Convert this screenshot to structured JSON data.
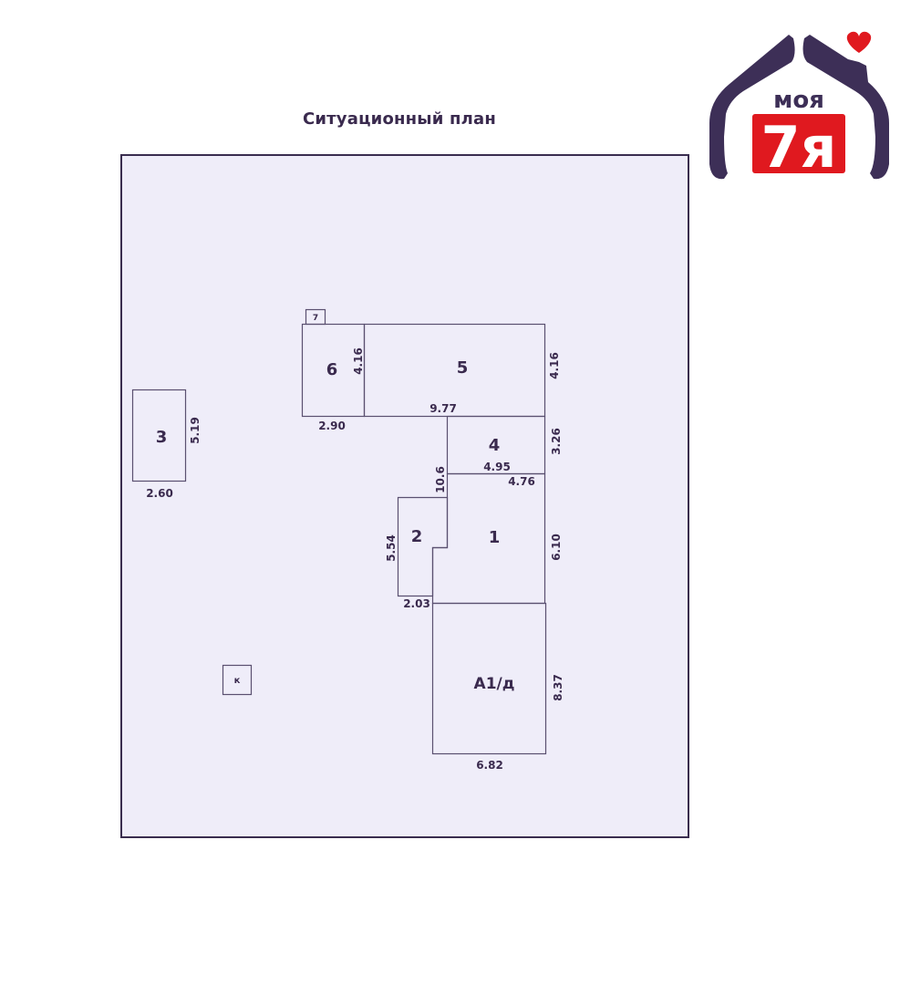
{
  "header": {
    "title": "Ситуационный план"
  },
  "logo": {
    "top_text": "моя",
    "bottom_text": "7я",
    "icon": "house-hands-heart-logo",
    "colors": {
      "dark": "#3d2f57",
      "red": "#e0191f"
    }
  },
  "plan": {
    "background": "#efedf9",
    "border_color": "#3a2d4f",
    "line_color": "#5a5070",
    "buildings": [
      {
        "id": "7",
        "label": "7"
      },
      {
        "id": "6",
        "label": "6"
      },
      {
        "id": "5",
        "label": "5"
      },
      {
        "id": "4",
        "label": "4"
      },
      {
        "id": "3",
        "label": "3"
      },
      {
        "id": "2",
        "label": "2"
      },
      {
        "id": "1",
        "label": "1"
      },
      {
        "id": "A1d",
        "label": "А1/д"
      },
      {
        "id": "k",
        "label": "к"
      }
    ],
    "dimensions": {
      "b6_height": "4.16",
      "b6_width": "2.90",
      "b5_height": "4.16",
      "b5_width": "9.77",
      "b4_height": "3.26",
      "b4_width": "4.95",
      "b1_top_width": "4.76",
      "b1_left_height": "10.6",
      "b1_height": "6.10",
      "b2_height": "5.54",
      "b2_width": "2.03",
      "b3_height": "5.19",
      "b3_width": "2.60",
      "a1d_height": "8.37",
      "a1d_width": "6.82"
    }
  }
}
